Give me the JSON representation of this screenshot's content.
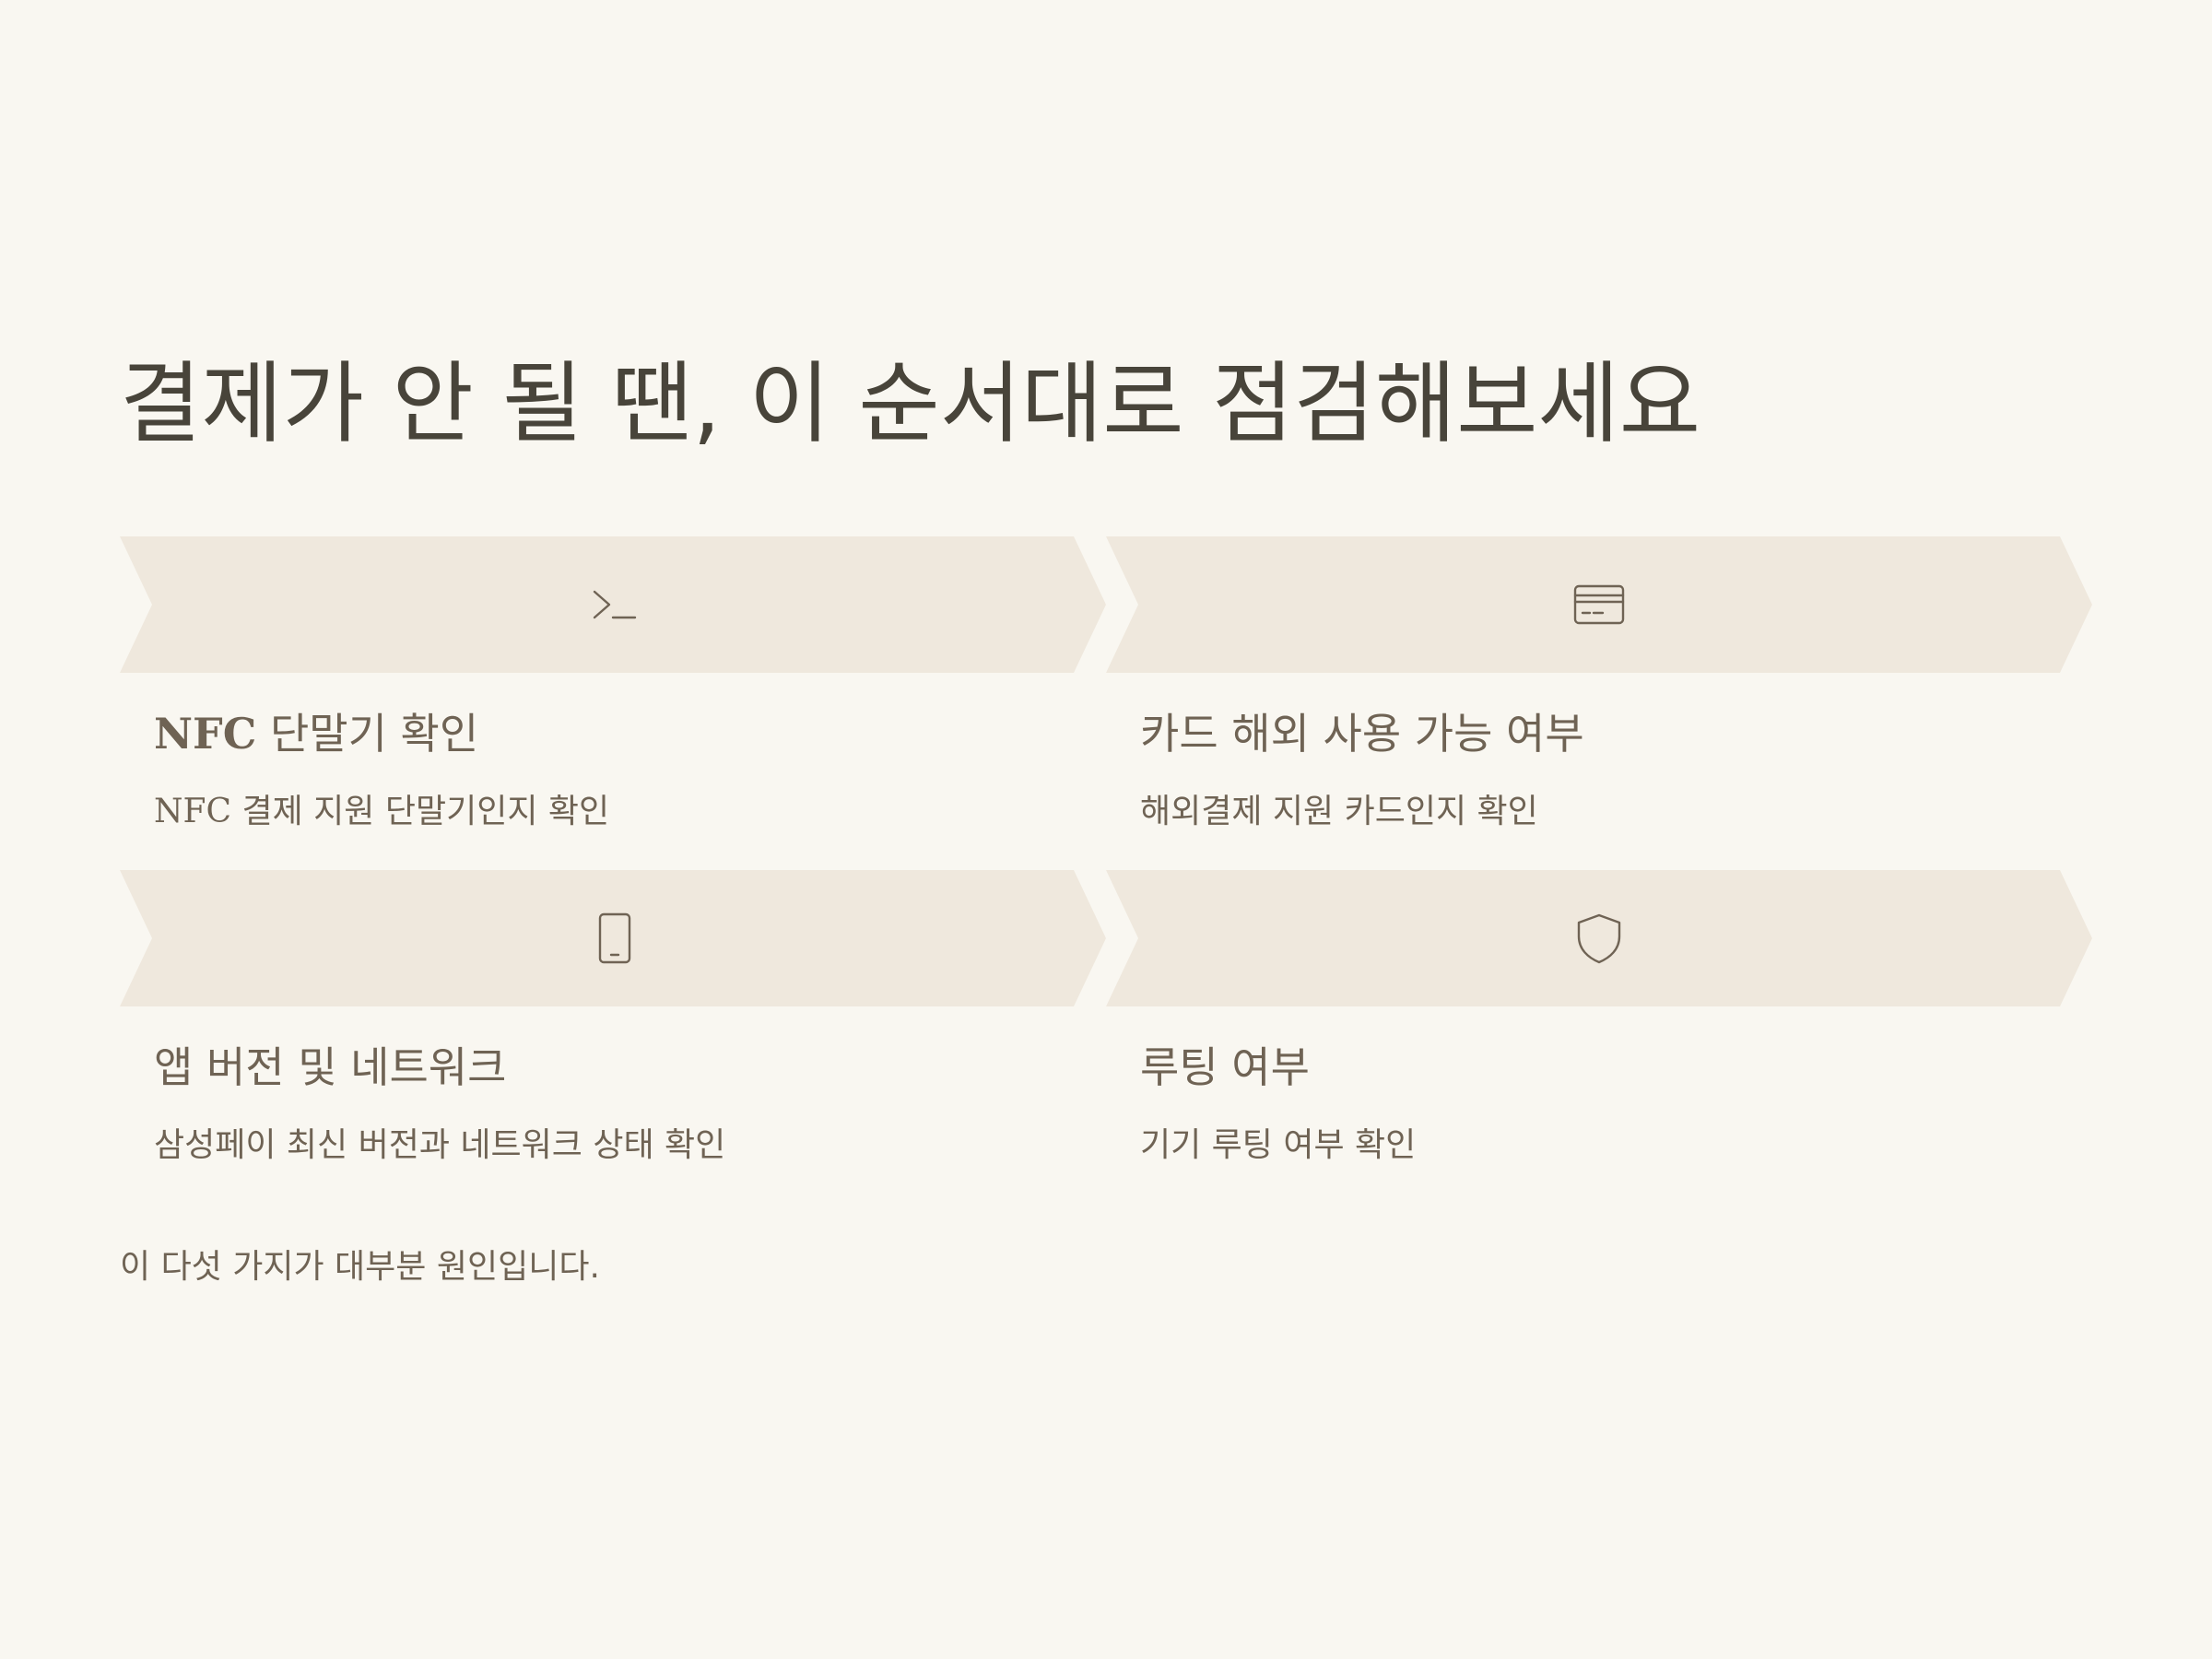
{
  "title": "결제가 안 될 땐, 이 순서대로 점검해보세요",
  "colors": {
    "background": "#f9f7f1",
    "banner": "#efe8dd",
    "text": "#6f6354",
    "title": "#48443a",
    "icon": "#6f6354"
  },
  "steps": [
    {
      "icon": "terminal-prompt-icon",
      "title_brand": "NFC",
      "title_rest": " 단말기 확인",
      "description": "NFC 결제 지원 단말기인지 확인"
    },
    {
      "icon": "credit-card-icon",
      "title_brand": "",
      "title_rest": "카드 해외 사용 가능 여부",
      "description": "해외결제 지원 카드인지 확인"
    },
    {
      "icon": "smartphone-icon",
      "title_brand": "",
      "title_rest": "앱 버전 및 네트워크",
      "description": "삼성페이 최신 버전과 네트워크 상태 확인"
    },
    {
      "icon": "shield-icon",
      "title_brand": "",
      "title_rest": "루팅 여부",
      "description": "기기 루팅 여부 확인"
    }
  ],
  "footer": "이 다섯 가지가 대부분 원인입니다."
}
